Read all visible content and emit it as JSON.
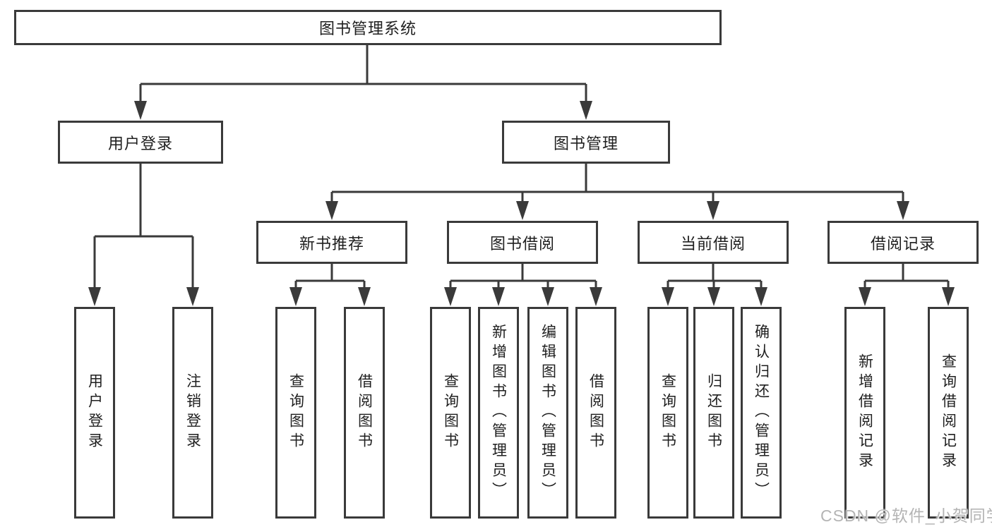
{
  "diagram_title": "图书管理系统",
  "tree": {
    "root": {
      "label": "图书管理系统"
    },
    "branches": [
      {
        "label": "用户登录",
        "children": [
          {
            "label": "用户登录"
          },
          {
            "label": "注销登录"
          }
        ]
      },
      {
        "label": "图书管理",
        "children": [
          {
            "label": "新书推荐",
            "children": [
              {
                "label": "查询图书"
              },
              {
                "label": "借阅图书"
              }
            ]
          },
          {
            "label": "图书借阅",
            "children": [
              {
                "label": "查询图书"
              },
              {
                "label": "新增图书（管理员）"
              },
              {
                "label": "编辑图书（管理员）"
              },
              {
                "label": "借阅图书"
              }
            ]
          },
          {
            "label": "当前借阅",
            "children": [
              {
                "label": "查询图书"
              },
              {
                "label": "归还图书"
              },
              {
                "label": "确认归还（管理员）"
              }
            ]
          },
          {
            "label": "借阅记录",
            "children": [
              {
                "label": "新增借阅记录"
              },
              {
                "label": "查询借阅记录"
              }
            ]
          }
        ]
      }
    ]
  },
  "watermark": {
    "text": "CSDN @软件_小贺同学",
    "color": "#b4b4b4"
  },
  "colors": {
    "line": "#3a3a3a",
    "box_border": "#3a3a3a",
    "box_fill": "#ffffff",
    "text": "#1f1f1f",
    "background": "#ffffff"
  }
}
